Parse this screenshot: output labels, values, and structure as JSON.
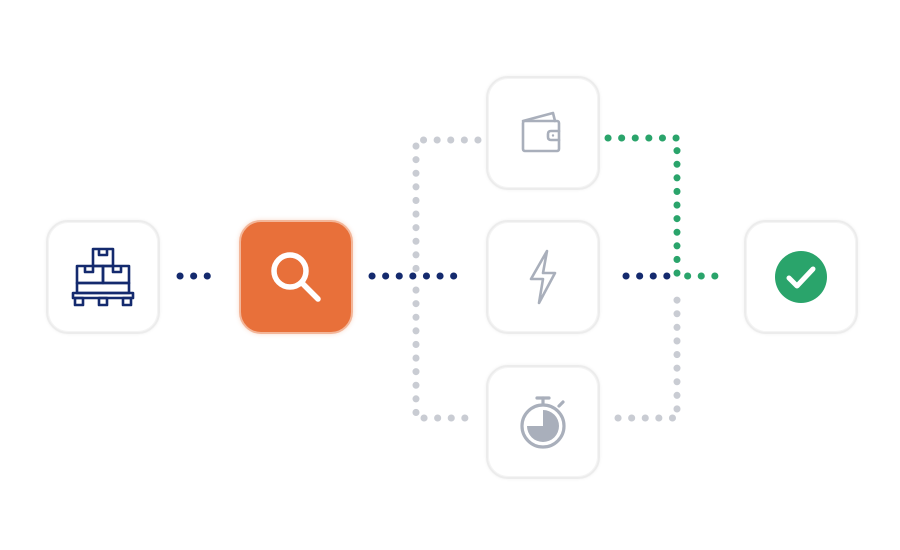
{
  "nodes": [
    {
      "id": "inventory",
      "icon": "pallet-boxes-icon",
      "state": "inactive"
    },
    {
      "id": "search",
      "icon": "magnifier-icon",
      "state": "active"
    },
    {
      "id": "wallet",
      "icon": "wallet-icon",
      "state": "inactive"
    },
    {
      "id": "bolt",
      "icon": "lightning-bolt-icon",
      "state": "inactive"
    },
    {
      "id": "timer",
      "icon": "stopwatch-icon",
      "state": "inactive"
    },
    {
      "id": "check",
      "icon": "check-circle-icon",
      "state": "complete"
    }
  ],
  "connections": [
    {
      "from": "inventory",
      "to": "search",
      "style": "navy-dotted"
    },
    {
      "from": "search",
      "to": "bolt",
      "style": "navy-dotted"
    },
    {
      "from": "search",
      "to": "wallet",
      "style": "gray-dotted"
    },
    {
      "from": "search",
      "to": "timer",
      "style": "gray-dotted"
    },
    {
      "from": "bolt",
      "to": "check",
      "style": "navy-dotted"
    },
    {
      "from": "wallet",
      "to": "check",
      "style": "green-dotted"
    },
    {
      "from": "timer",
      "to": "check",
      "style": "gray-dotted"
    }
  ],
  "colors": {
    "active": "#e8703a",
    "navy": "#142a6e",
    "green": "#2aa46b",
    "gray": "#c9ccd3",
    "icon_gray": "#a9afbb"
  }
}
